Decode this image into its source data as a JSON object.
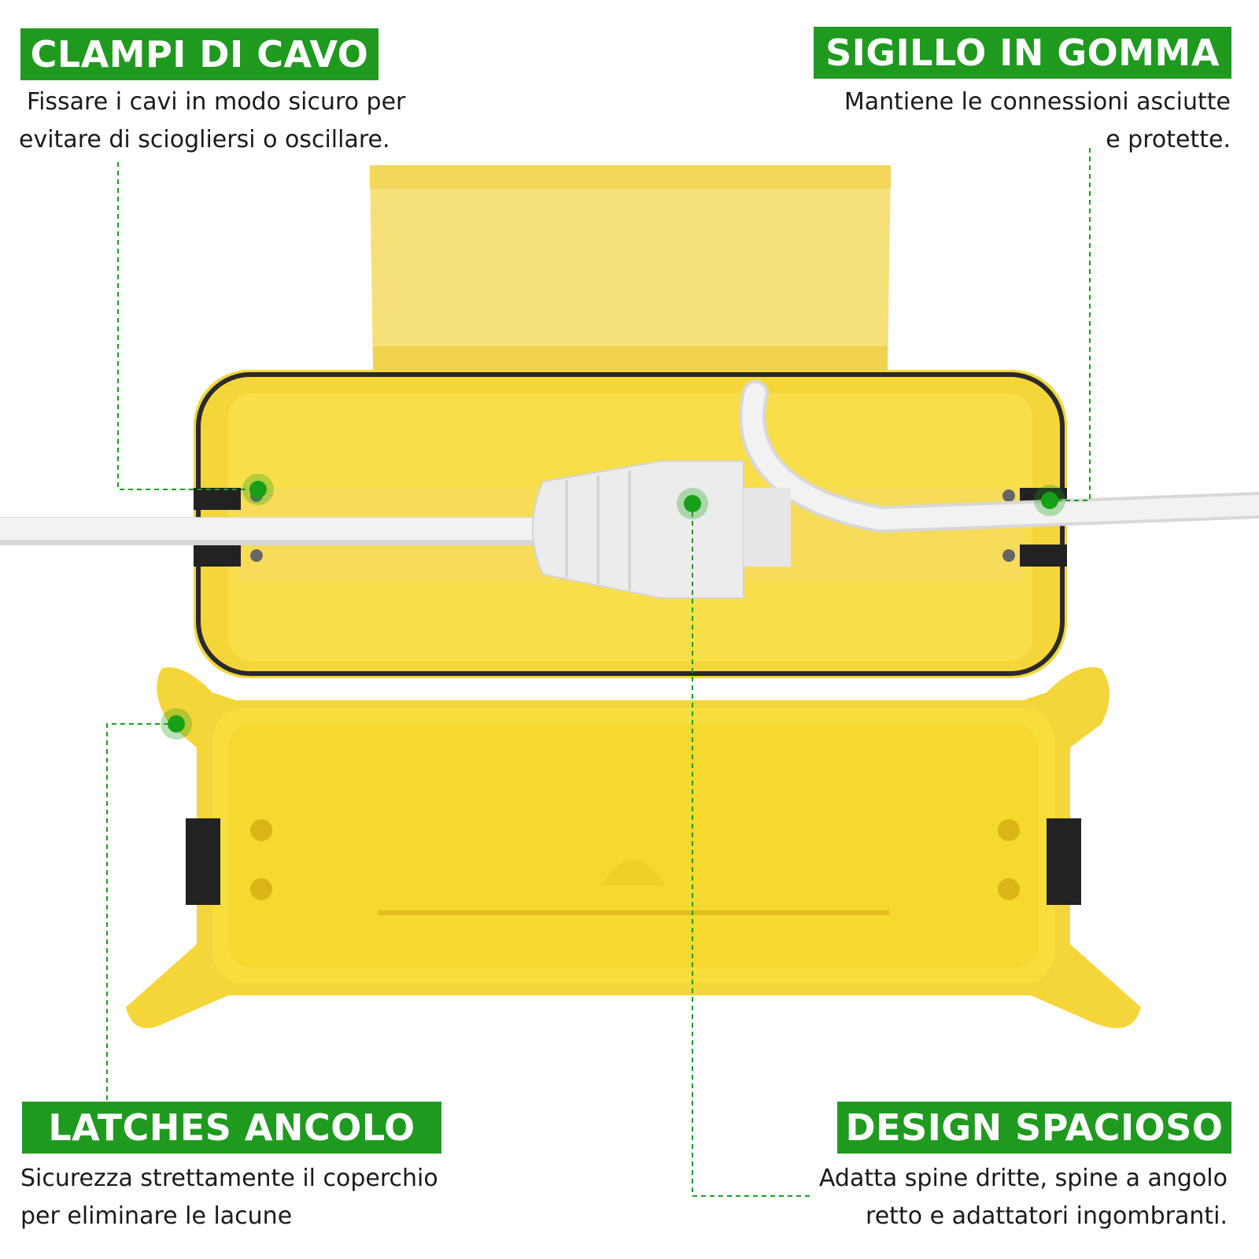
{
  "callouts": {
    "top_left": {
      "title": "CLAMPI DI CAVO",
      "line1": "Fissare i cavi in modo sicuro per",
      "line2": "evitare di sciogliersi o oscillare."
    },
    "top_right": {
      "title": "SIGILLO IN GOMMA",
      "line1": "Mantiene le connessioni asciutte",
      "line2": "e protette."
    },
    "bottom_left": {
      "title": "LATCHES ANCOLO",
      "line1": "Sicurezza strettamente il coperchio",
      "line2": "per eliminare le lacune"
    },
    "bottom_right": {
      "title": "DESIGN SPACIOSO",
      "line1": "Adatta spine dritte, spine a angolo",
      "line2": "retto e adattatori ingombranti."
    }
  },
  "colors": {
    "badge": "#1f9a1f",
    "box": "#f4d63a",
    "box_shadow": "#e2bf1c",
    "seal": "#2a2a2a",
    "cable": "#eeeeee",
    "marker": "#17a017"
  }
}
